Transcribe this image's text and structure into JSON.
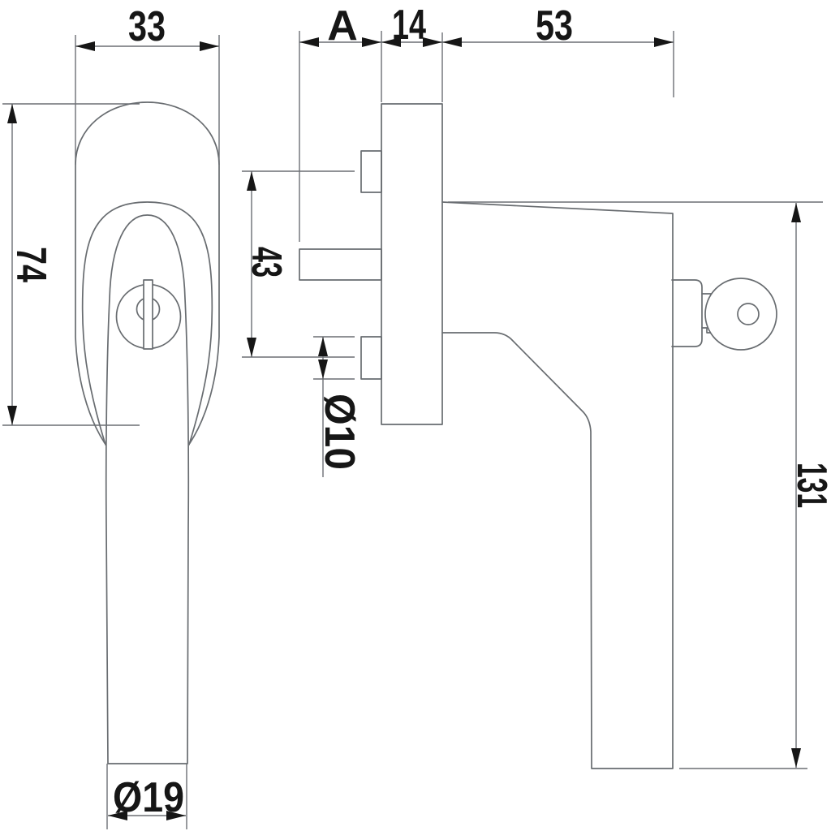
{
  "drawing": {
    "subject": "Window handle technical drawing, front and side views",
    "background_color": "#ffffff",
    "geometry_line_color": "#686c70",
    "dimension_line_color": "#6b6f74",
    "text_color": "#161616"
  },
  "dimensions": {
    "rosette_width": {
      "label": "33",
      "orientation": "horizontal"
    },
    "rosette_height": {
      "label": "74",
      "orientation": "vertical"
    },
    "spindle_length": {
      "label": "A",
      "orientation": "horizontal"
    },
    "plate_thickness": {
      "label": "14",
      "orientation": "horizontal"
    },
    "handle_depth": {
      "label": "53",
      "orientation": "horizontal"
    },
    "screw_spacing": {
      "label": "43",
      "orientation": "vertical"
    },
    "screw_boss_diameter": {
      "label": "Ø10",
      "orientation": "vertical"
    },
    "handle_height": {
      "label": "131",
      "orientation": "vertical"
    },
    "grip_diameter": {
      "label": "Ø19",
      "orientation": "horizontal"
    }
  }
}
